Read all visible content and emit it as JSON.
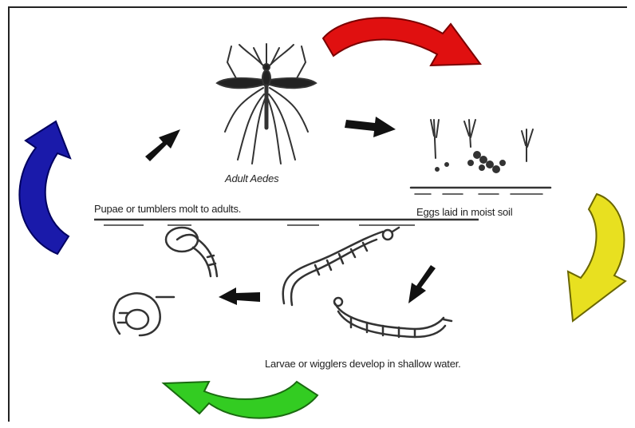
{
  "labels": {
    "adult": "Adult Aedes",
    "eggs": "Eggs laid in moist soil",
    "pupae": "Pupae or tumblers molt to adults.",
    "larvae": "Larvae or wigglers develop in shallow water."
  },
  "colors": {
    "cycle_red": "#e01010",
    "cycle_yellow": "#e8e020",
    "cycle_green": "#33cc22",
    "cycle_blue": "#1a1aaa",
    "stage_arrow": "#111111",
    "line_art": "#333333"
  },
  "icons": [
    "mosquito-icon",
    "eggs-icon",
    "larva-icon",
    "pupa-icon"
  ]
}
